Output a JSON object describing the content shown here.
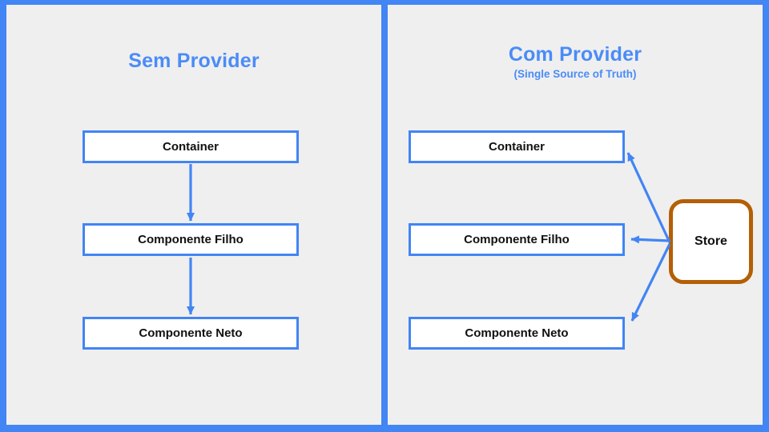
{
  "slide": {
    "left_panel": {
      "title": "Sem Provider",
      "boxes": [
        "Container",
        "Componente Filho",
        "Componente Neto"
      ]
    },
    "right_panel": {
      "title": "Com Provider",
      "subtitle": "(Single Source of Truth)",
      "boxes": [
        "Container",
        "Componente Filho",
        "Componente Neto"
      ],
      "store_label": "Store"
    },
    "colors": {
      "background_blue": "#4285f4",
      "panel_gray": "#efefef",
      "title_blue": "#4a8cf7",
      "box_border_blue": "#4285f4",
      "arrow_blue": "#4285f4",
      "store_border_orange": "#b45f06",
      "box_fill": "#ffffff",
      "box_text": "#111111"
    }
  }
}
